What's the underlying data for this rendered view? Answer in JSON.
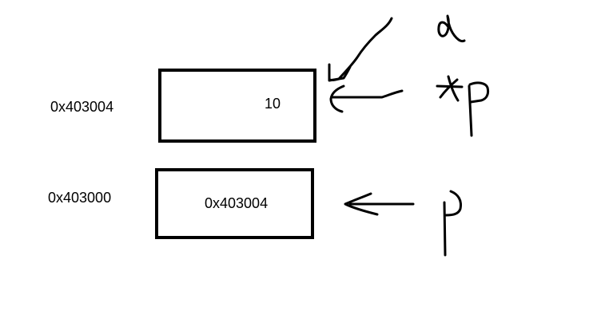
{
  "memory": {
    "cell_top": {
      "address": "0x403004",
      "value": "10"
    },
    "cell_bottom": {
      "address": "0x403000",
      "value": "0x403004"
    }
  },
  "handwritten_labels": {
    "a": "a",
    "star_p": "*p",
    "p": "p"
  }
}
